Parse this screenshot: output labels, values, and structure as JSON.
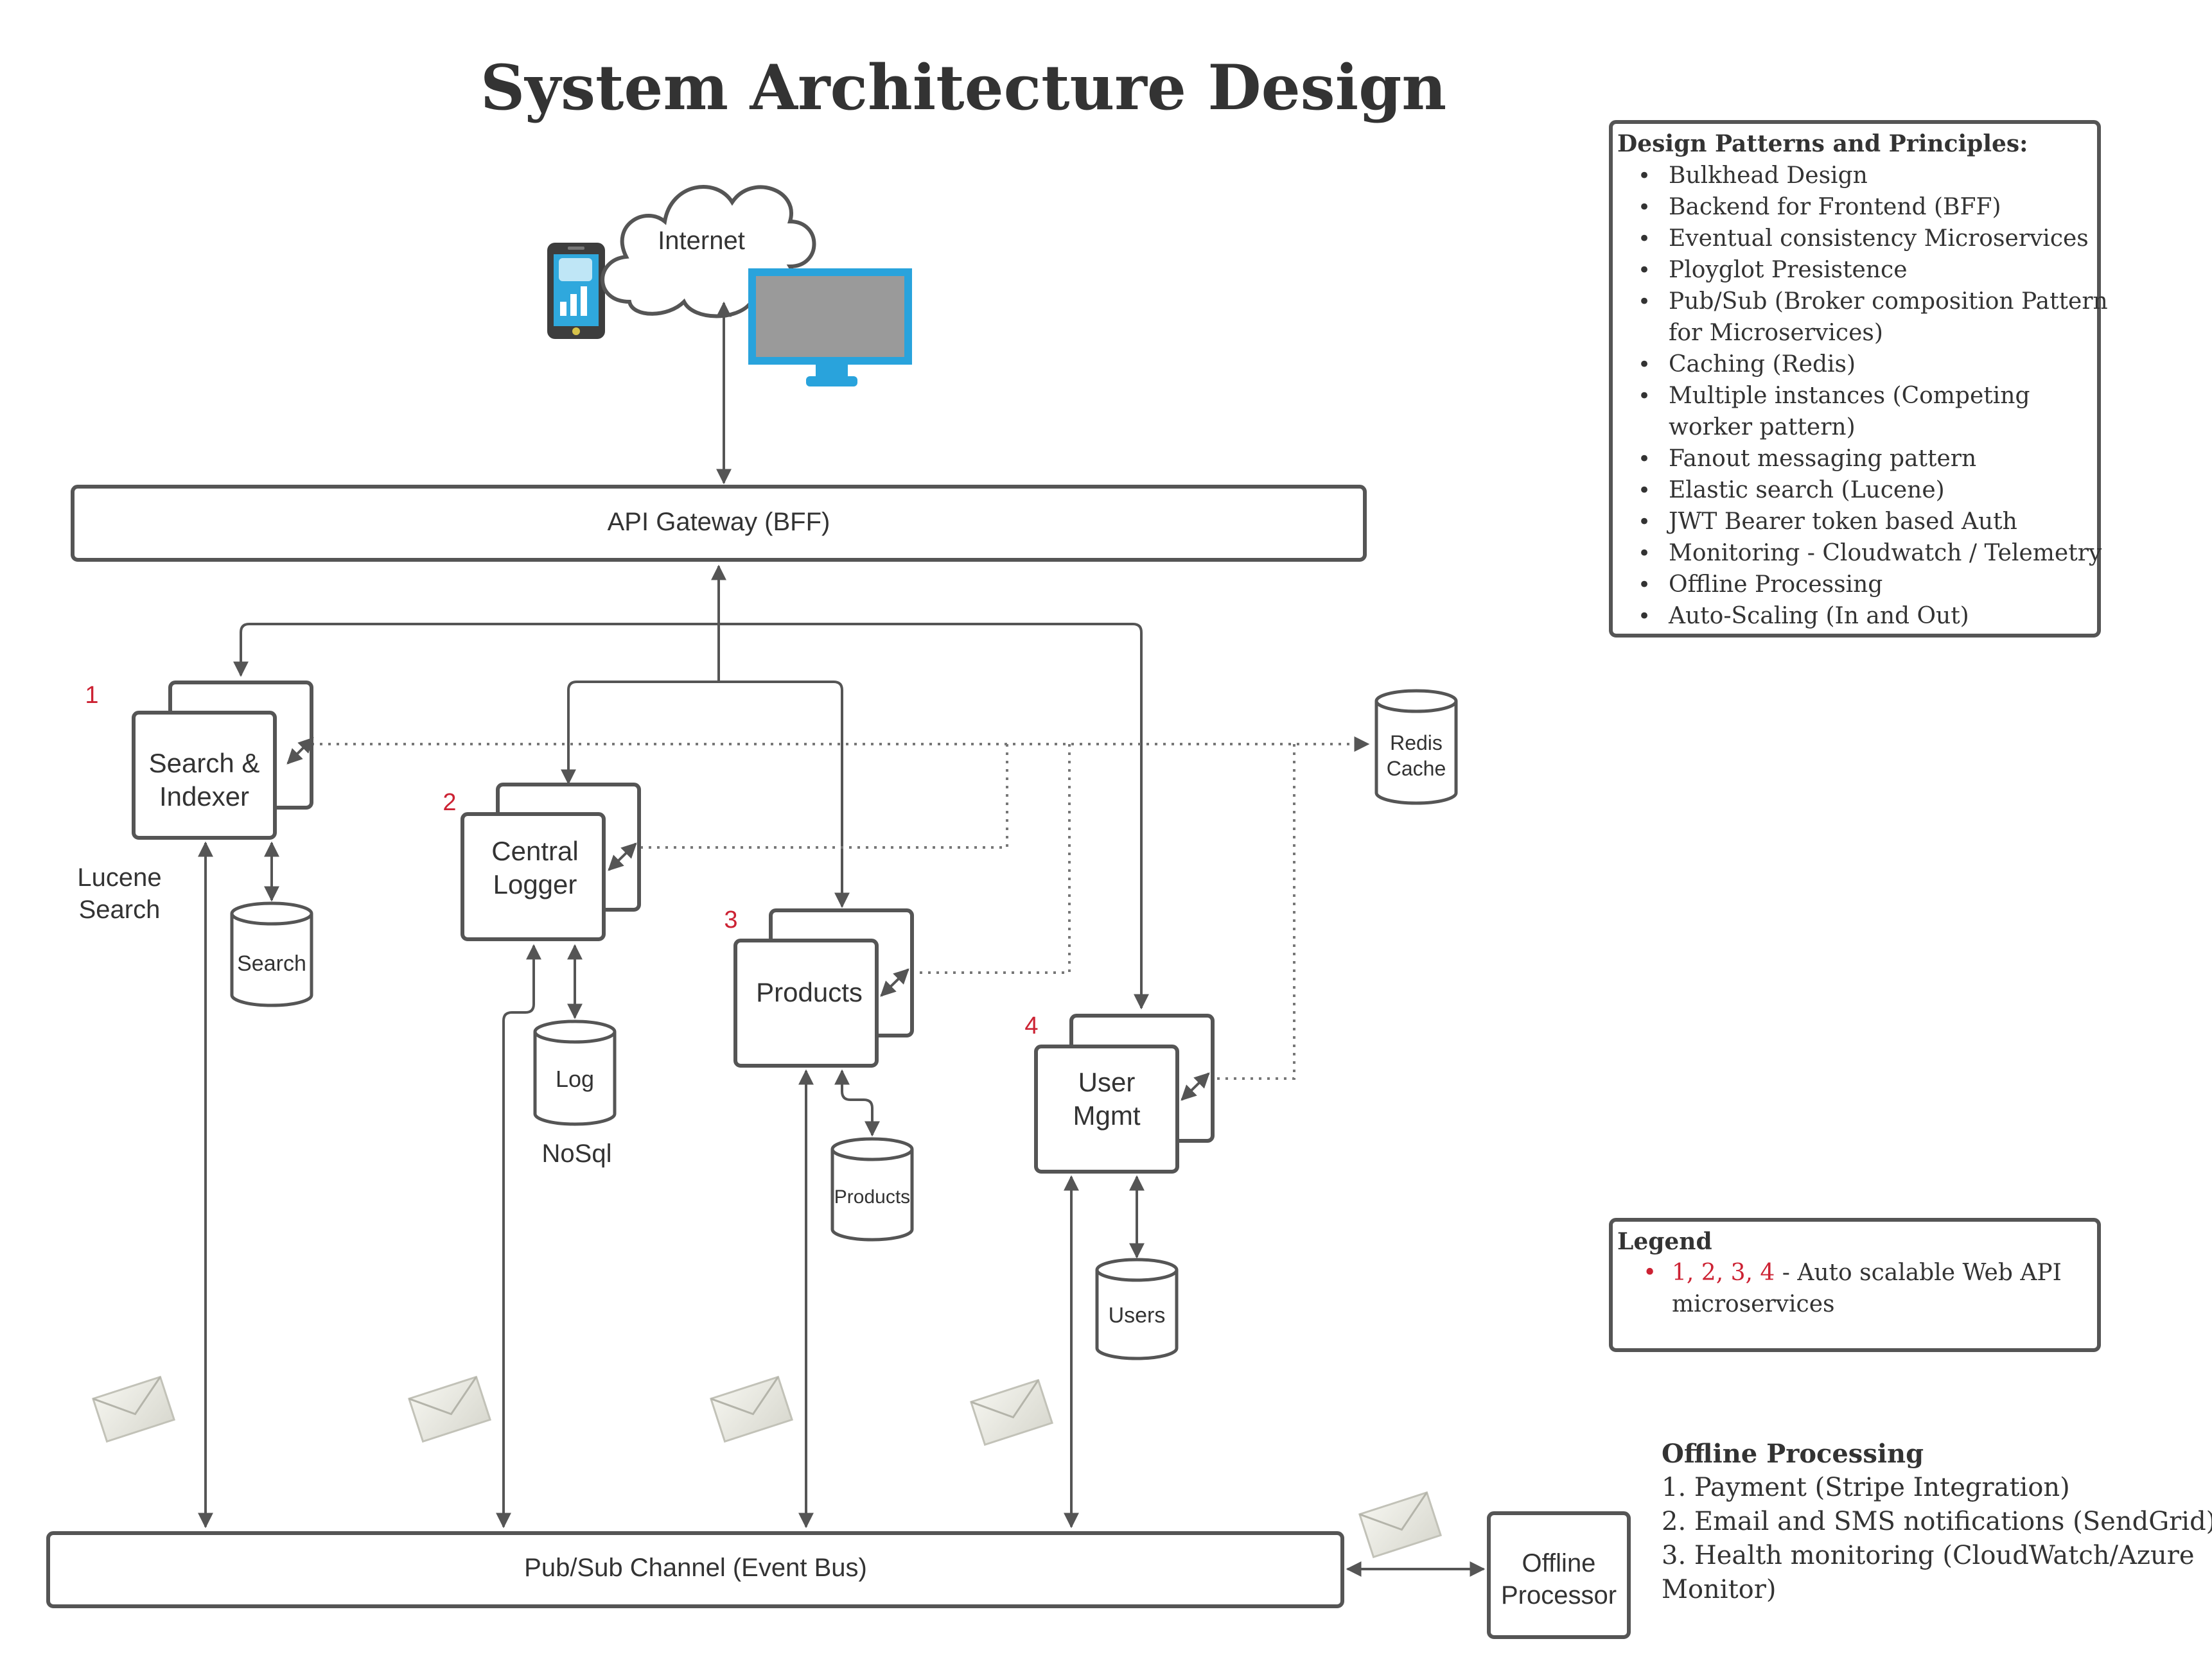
{
  "title": "System Architecture Design",
  "internet": {
    "label": "Internet"
  },
  "gateway": {
    "label": "API Gateway (BFF)"
  },
  "services": [
    {
      "number": "1",
      "name_line1": "Search &",
      "name_line2": "Indexer",
      "store": "Search",
      "note_line1": "Lucene",
      "note_line2": "Search"
    },
    {
      "number": "2",
      "name_line1": "Central",
      "name_line2": "Logger",
      "store": "Log",
      "note": "NoSql"
    },
    {
      "number": "3",
      "name": "Products",
      "store": "Products"
    },
    {
      "number": "4",
      "name_line1": "User",
      "name_line2": "Mgmt",
      "store": "Users"
    }
  ],
  "cache": {
    "line1": "Redis",
    "line2": "Cache"
  },
  "event_bus": {
    "label": "Pub/Sub Channel (Event Bus)"
  },
  "offline_processor": {
    "line1": "Offline",
    "line2": "Processor"
  },
  "patterns": {
    "heading": "Design Patterns and Principles:",
    "items": [
      [
        "Bulkhead Design"
      ],
      [
        "Backend for Frontend (BFF)"
      ],
      [
        "Eventual consistency Microservices"
      ],
      [
        "Ploy​glot Presistence"
      ],
      [
        "Pub/Sub (Broker composition Pattern",
        "for Microservices)"
      ],
      [
        "Caching (Redis)"
      ],
      [
        "Multiple instances (Competing",
        "worker pattern)"
      ],
      [
        "Fanout messaging pattern"
      ],
      [
        "Elastic search (Lucene)"
      ],
      [
        "JWT Bearer token based Auth"
      ],
      [
        "Monitoring - Cloudwatch / Telemetry"
      ],
      [
        "Offline Processing"
      ],
      [
        "Auto-Scaling (In and Out)"
      ]
    ]
  },
  "legend": {
    "heading": "Legend",
    "numbers": "1, 2, 3, 4",
    "text_line1": " - Auto scalable Web API",
    "text_line2": "microservices"
  },
  "offline_processing": {
    "heading": "Offline Processing",
    "items": [
      [
        "1. Payment (Stripe Integration)"
      ],
      [
        "2. Email and SMS notifications (SendGrid)"
      ],
      [
        "3. Health monitoring (CloudWatch/Azure",
        "Monitor)"
      ]
    ]
  },
  "colors": {
    "stroke": "#555555",
    "text": "#333333",
    "accent_red": "#cc2233",
    "device_blue": "#29a3dc",
    "screen_gray": "#9a9a9a"
  },
  "icons": [
    "smartphone-icon",
    "cloud-icon",
    "monitor-icon",
    "envelope-icon"
  ]
}
